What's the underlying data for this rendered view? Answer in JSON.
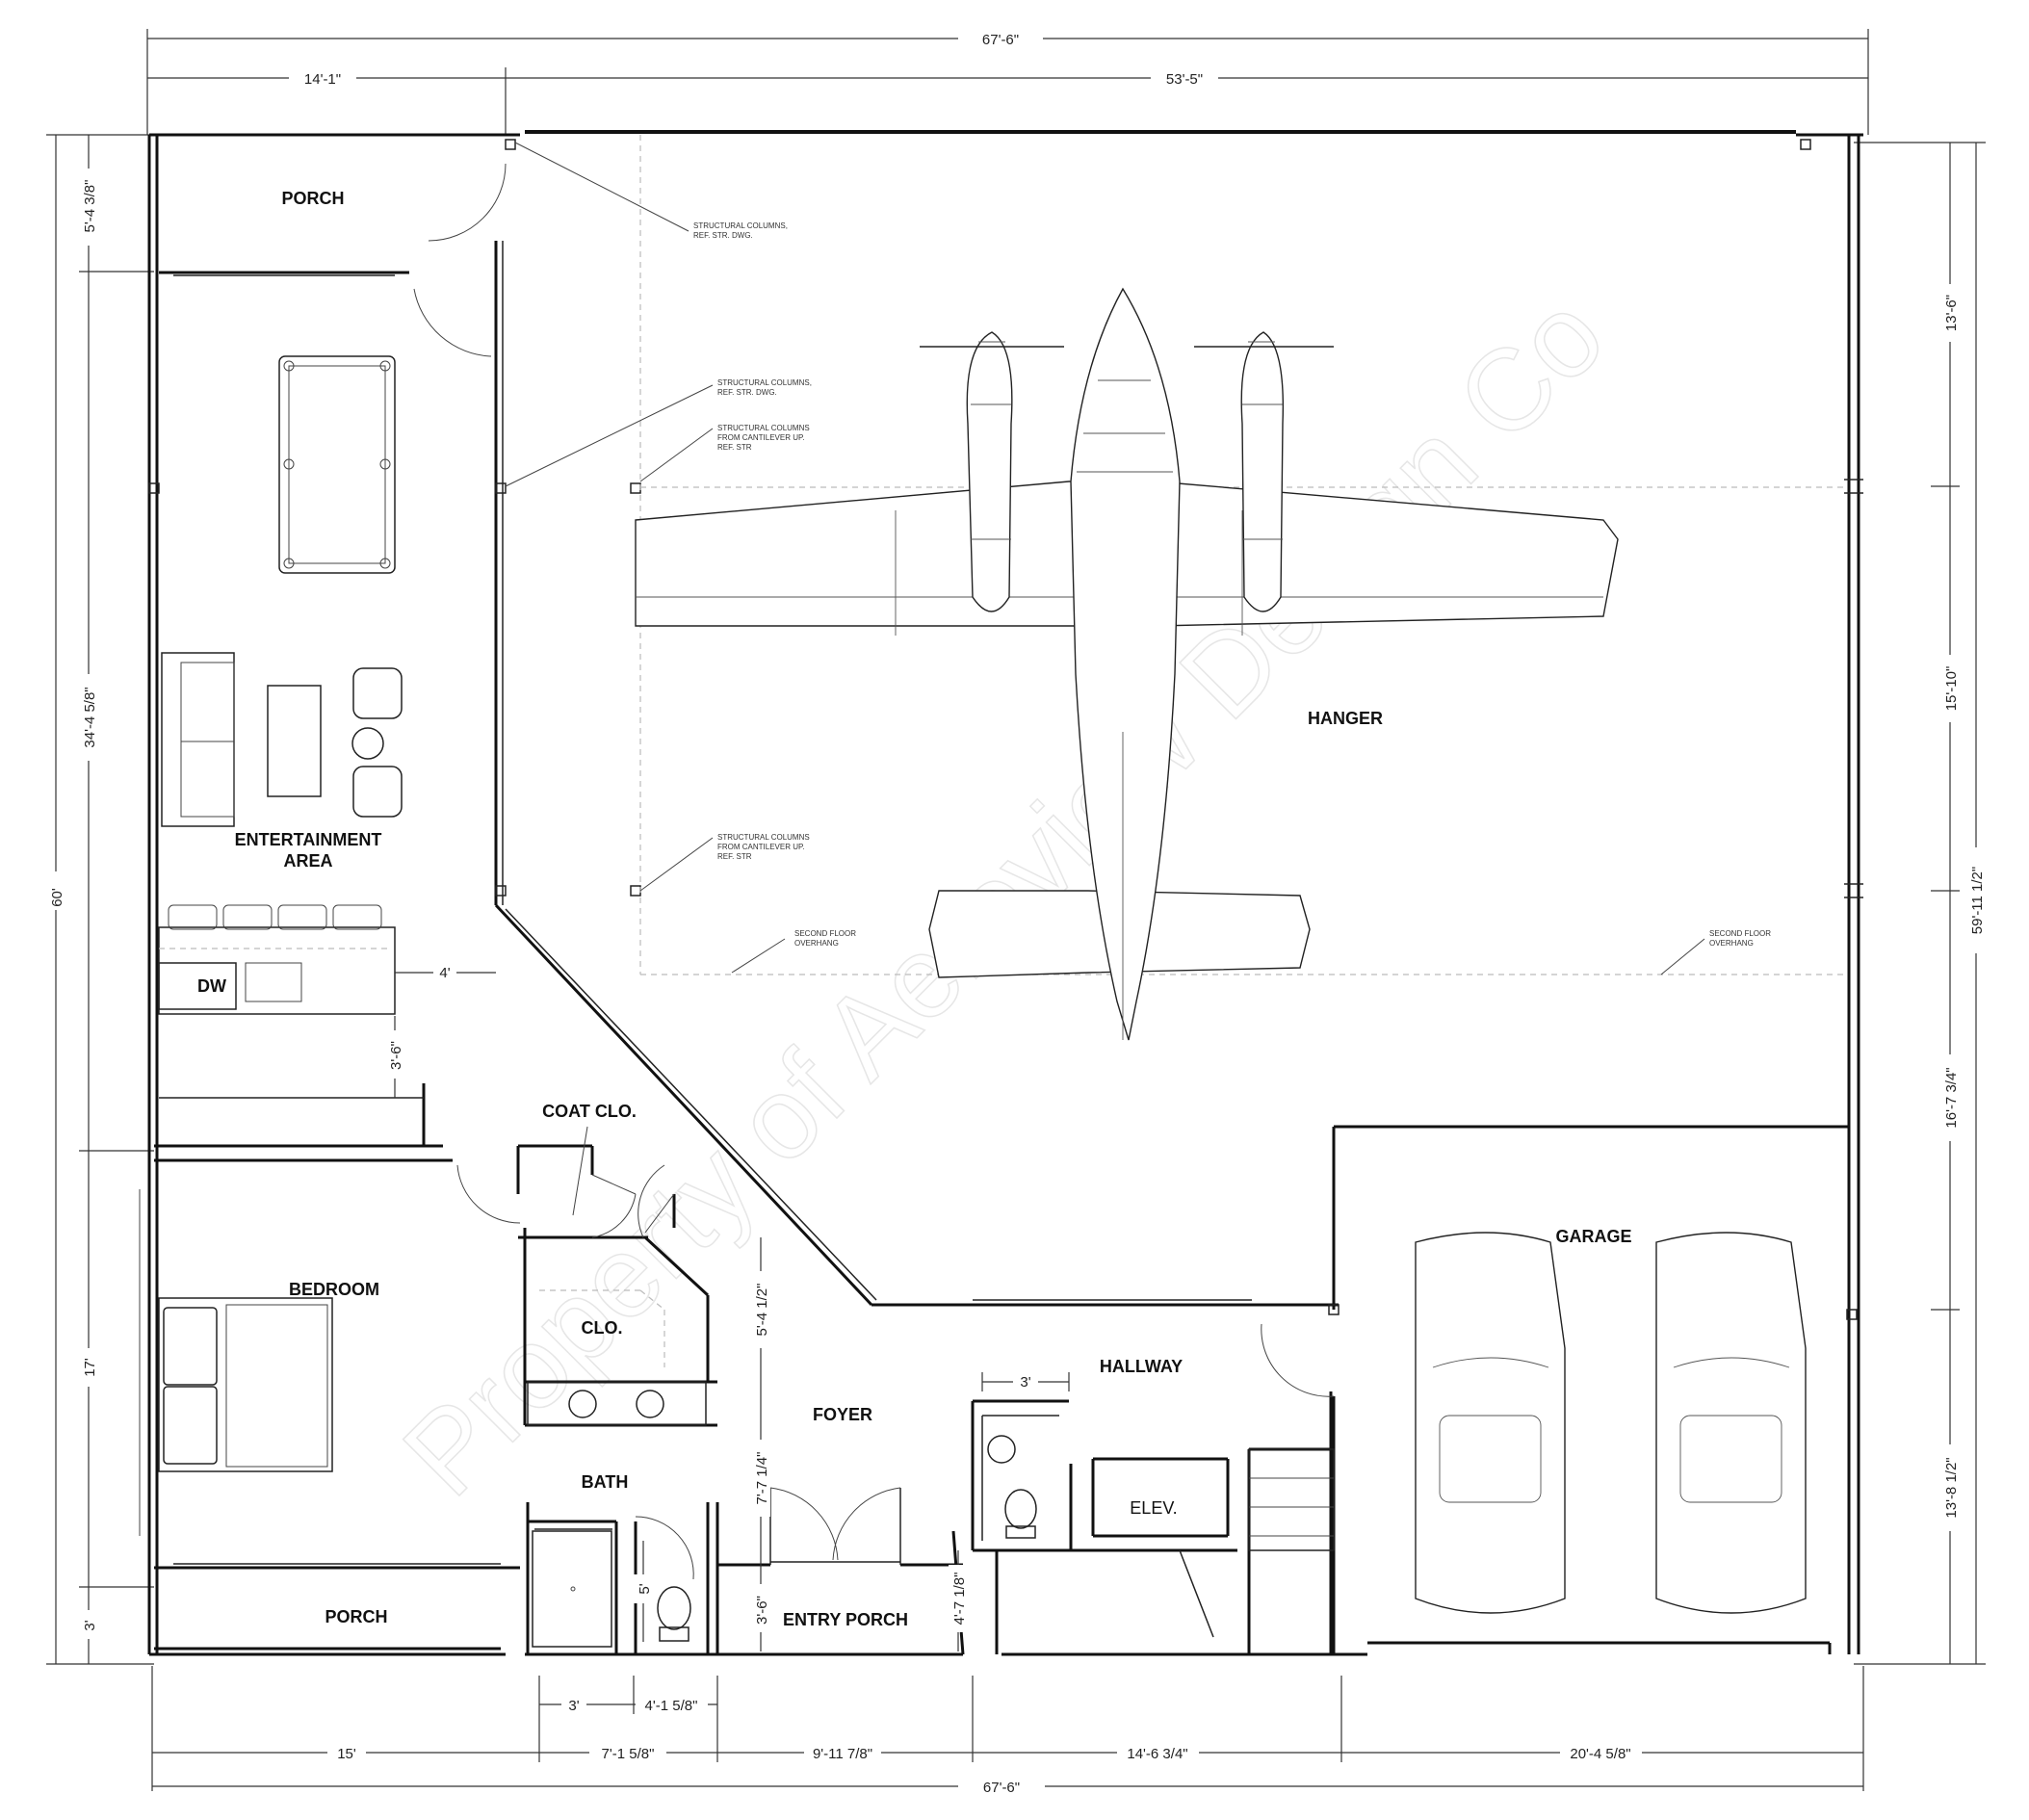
{
  "rooms": {
    "porch_top": "PORCH",
    "entertainment_1": "ENTERTAINMENT",
    "entertainment_2": "AREA",
    "dw": "DW",
    "coat_closet": "COAT CLO.",
    "bedroom": "BEDROOM",
    "closet": "CLO.",
    "bath": "BATH",
    "porch_bottom": "PORCH",
    "foyer": "FOYER",
    "entry_porch": "ENTRY PORCH",
    "hallway": "HALLWAY",
    "elevator": "ELEV.",
    "hanger": "HANGER",
    "garage": "GARAGE"
  },
  "dimensions": {
    "top_overall": "67'-6\"",
    "top_left": "14'-1\"",
    "top_right": "53'-5\"",
    "bottom_overall": "67'-6\"",
    "bottom_1": "15'",
    "bottom_2": "7'-1 5/8\"",
    "bottom_3": "9'-11 7/8\"",
    "bottom_4": "14'-6 3/4\"",
    "bottom_5": "20'-4 5/8\"",
    "bottom_sub_1": "3'",
    "bottom_sub_2": "4'-1 5/8\"",
    "left_overall": "60'",
    "left_1": "5'-4 3/8\"",
    "left_2": "34'-4 5/8\"",
    "left_3": "17'",
    "left_4": "3'",
    "right_overall": "59'-11 1/2\"",
    "right_1": "13'-6\"",
    "right_2": "15'-10\"",
    "right_3": "16'-7 3/4\"",
    "right_4": "13'-8 1/2\"",
    "int_4ft": "4'",
    "int_3_6a": "3'-6\"",
    "int_5_4_half": "5'-4 1/2\"",
    "int_7_7_quarter": "7'-7 1/4\"",
    "int_3_6b": "3'-6\"",
    "int_5ft": "5'",
    "int_4_7_eighth": "4'-7 1/8\"",
    "int_3ft": "3'"
  },
  "notes": {
    "col_1": [
      "STRUCTURAL COLUMNS,",
      "REF. STR. DWG."
    ],
    "col_2": [
      "STRUCTURAL COLUMNS,",
      "REF. STR. DWG."
    ],
    "col_3": [
      "STRUCTURAL COLUMNS",
      "FROM CANTILEVER UP.",
      "REF. STR"
    ],
    "col_4": [
      "STRUCTURAL COLUMNS",
      "FROM CANTILEVER UP.",
      "REF. STR"
    ],
    "overhang_1": [
      "SECOND FLOOR",
      "OVERHANG"
    ],
    "overhang_2": [
      "SECOND FLOOR",
      "OVERHANG"
    ]
  },
  "watermark": "Property of Aeroview Design Co"
}
